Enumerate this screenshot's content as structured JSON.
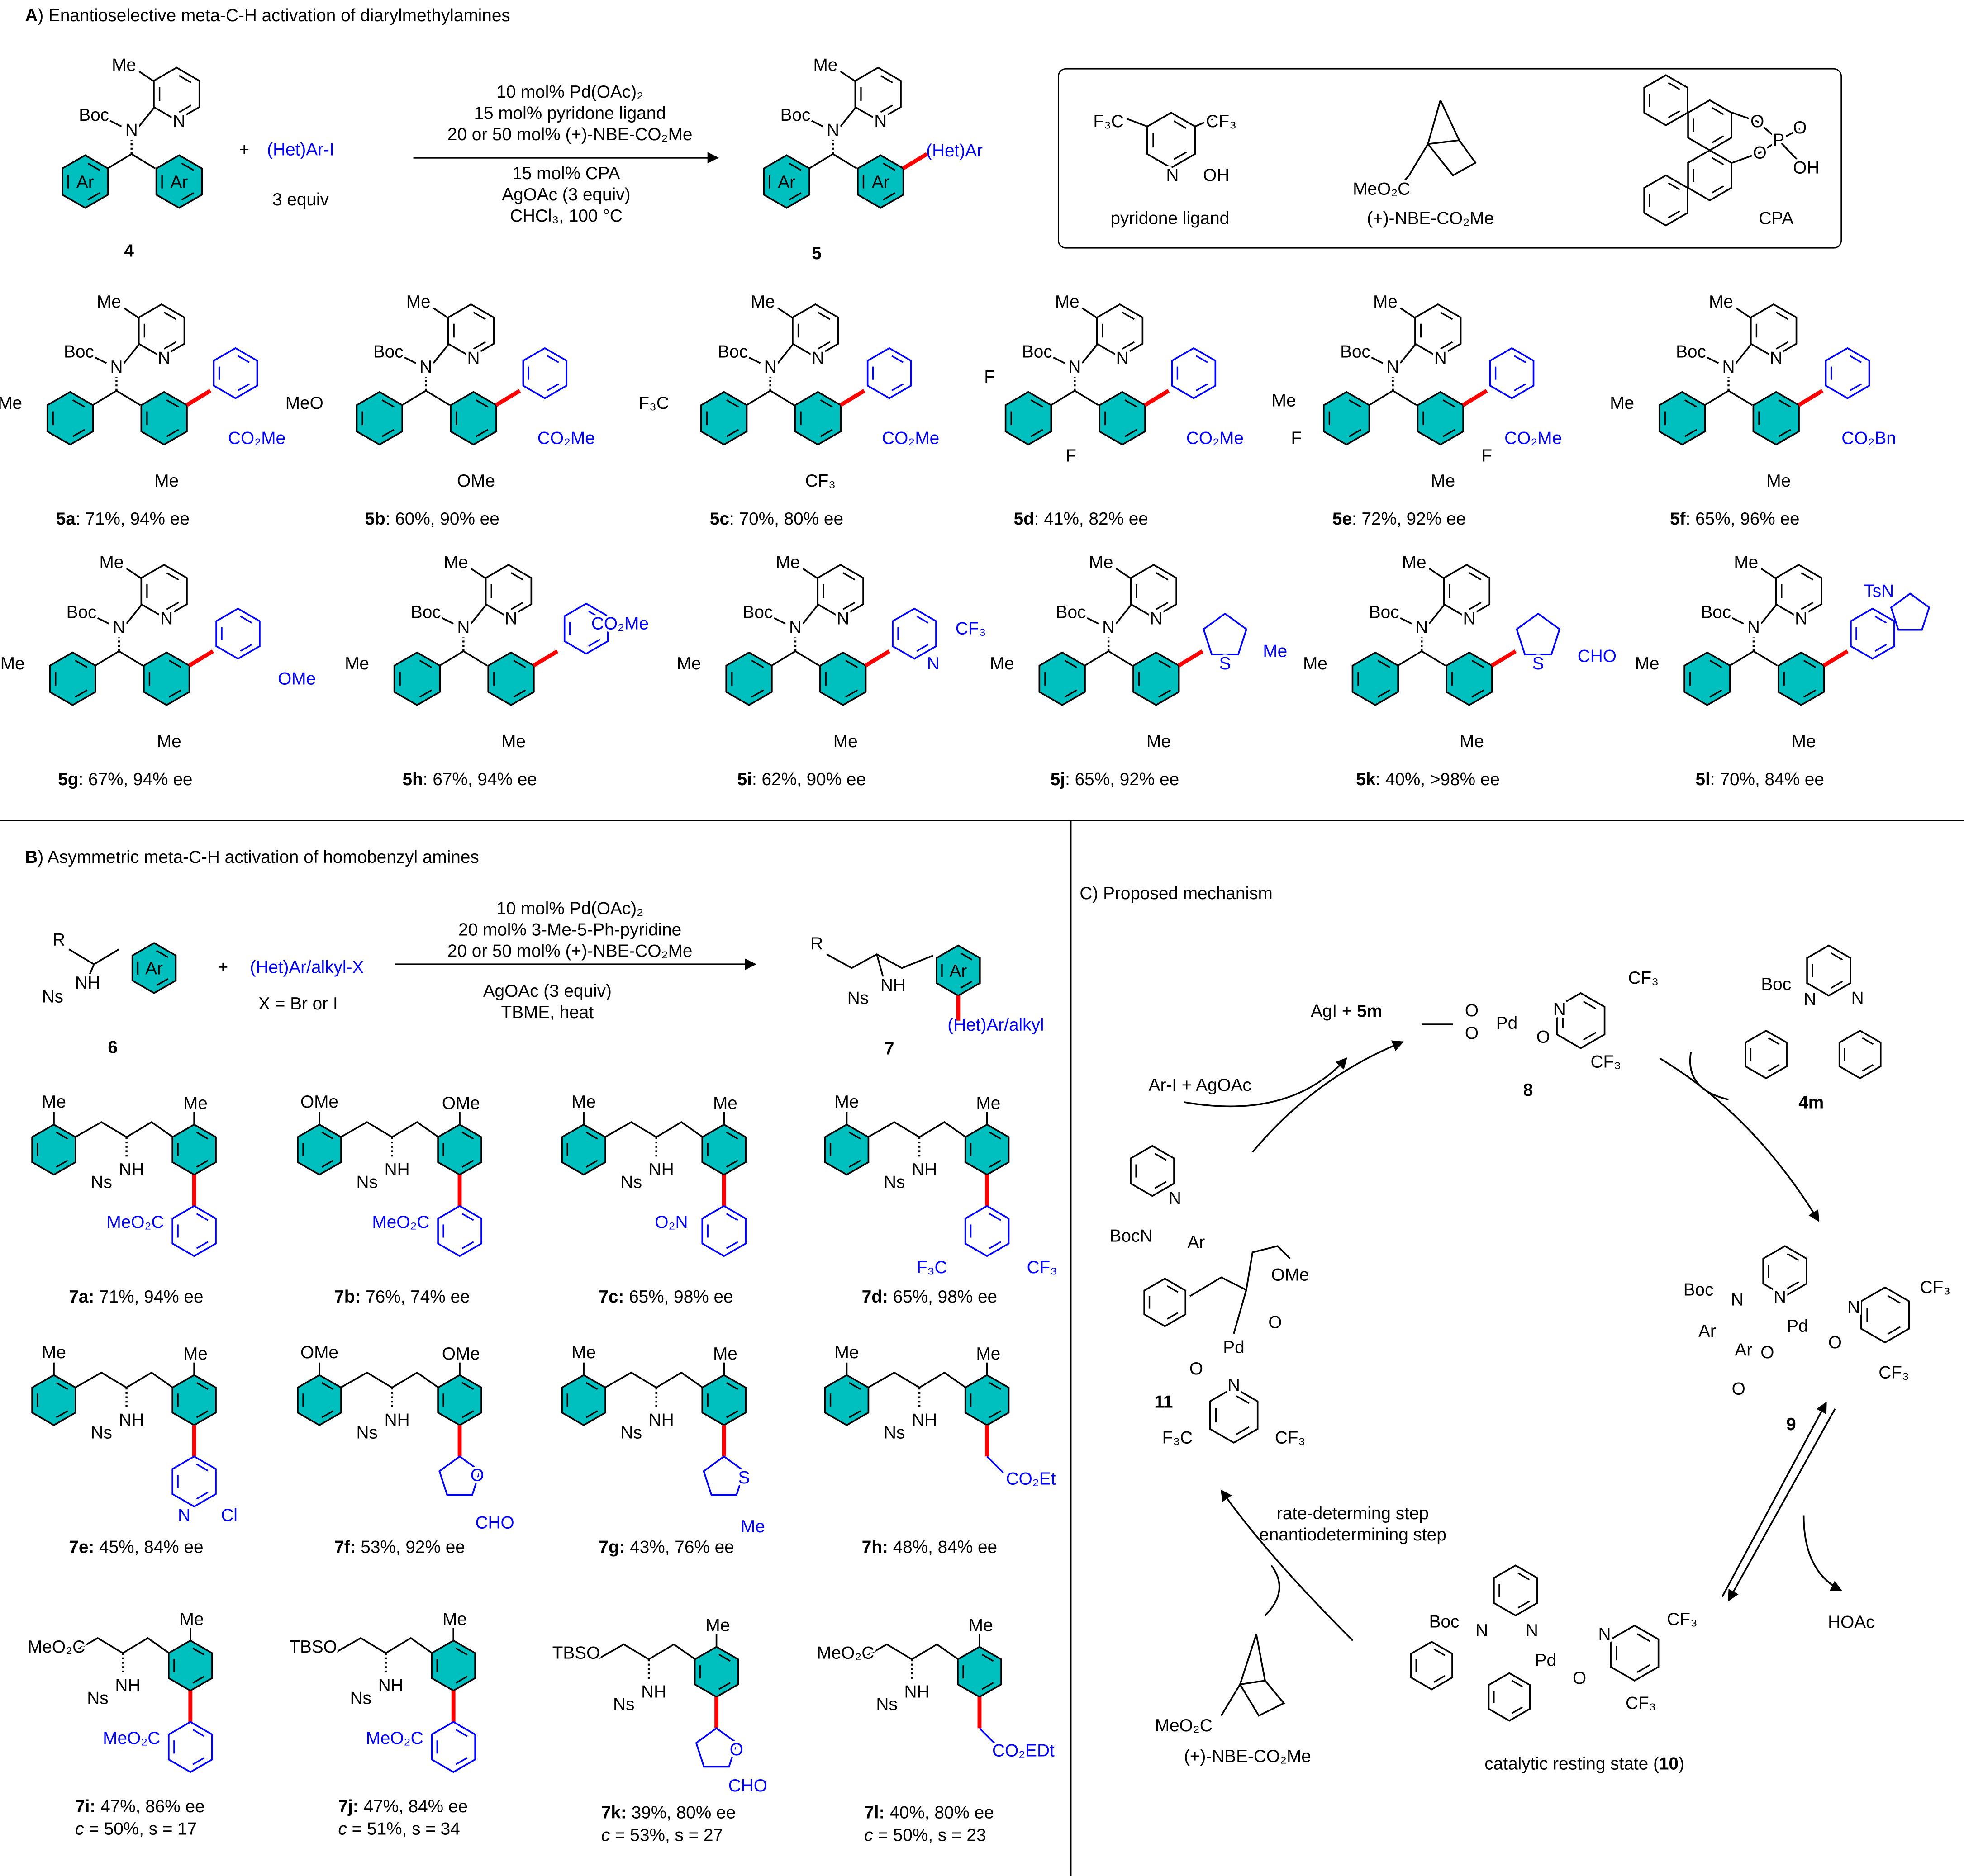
{
  "colors": {
    "aryl_fill": "#00bfbf",
    "new_bond": "#ff0000",
    "new_group": "#0000ff"
  },
  "scaffold": {
    "me": "Me",
    "boc": "Boc",
    "n": "N",
    "ar": "Ar",
    "nh": "NH",
    "ns": "Ns",
    "r": "R"
  },
  "section_a": {
    "title_letter": "A",
    "title": ") Enantioselective meta-C-H activation of diarylmethylamines",
    "reactant_label": "4",
    "product_label": "5",
    "plus": "+",
    "reagent": "(Het)Ar-I",
    "reagent_equiv": "3 equiv",
    "conditions_above": [
      "10 mol% Pd(OAc)₂",
      "15 mol% pyridone ligand",
      "20 or 50 mol% (+)-NBE-CO₂Me"
    ],
    "conditions_below": [
      "15 mol% CPA",
      "AgOAc (3 equiv)",
      "CHCl₃, 100 °C"
    ],
    "product_group": "(Het)Ar",
    "catalysts": {
      "pyridone_label": "pyridone ligand",
      "pyridone_atoms": {
        "f3c": "F₃C",
        "cf3": "CF₃",
        "n": "N",
        "oh": "OH"
      },
      "nbe_label": "(+)-NBE-CO₂Me",
      "nbe_ester": "MeO₂C",
      "cpa_label": "CPA",
      "cpa_atoms": {
        "o": "O",
        "p": "P",
        "oh": "OH"
      }
    },
    "products": [
      {
        "id": "5a",
        "result": ": 71%, 94% ee",
        "subs": [
          "Me",
          "Me",
          "CO₂Me"
        ]
      },
      {
        "id": "5b",
        "result": ": 60%, 90% ee",
        "subs": [
          "MeO",
          "OMe",
          "CO₂Me"
        ]
      },
      {
        "id": "5c",
        "result": ": 70%, 80% ee",
        "subs": [
          "F₃C",
          "CF₃",
          "CO₂Me"
        ]
      },
      {
        "id": "5d",
        "result": ": 41%, 82% ee",
        "subs": [
          "F",
          "F",
          "CO₂Me"
        ]
      },
      {
        "id": "5e",
        "result": ": 72%, 92% ee",
        "subs": [
          "Me",
          "F",
          "Me",
          "F",
          "CO₂Me"
        ]
      },
      {
        "id": "5f",
        "result": ": 65%, 96% ee",
        "subs": [
          "Me",
          "Me",
          "CO₂Bn"
        ]
      },
      {
        "id": "5g",
        "result": ": 67%, 94% ee",
        "subs": [
          "Me",
          "Me",
          "OMe"
        ]
      },
      {
        "id": "5h",
        "result": ": 67%, 94% ee",
        "subs": [
          "Me",
          "Me",
          "CO₂Me"
        ]
      },
      {
        "id": "5i",
        "result": ": 62%, 90% ee",
        "subs": [
          "Me",
          "Me",
          "N",
          "CF₃"
        ]
      },
      {
        "id": "5j",
        "result": ": 65%, 92% ee",
        "subs": [
          "Me",
          "Me",
          "S",
          "Me"
        ]
      },
      {
        "id": "5k",
        "result": ": 40%, >98% ee",
        "subs": [
          "Me",
          "Me",
          "S",
          "CHO"
        ]
      },
      {
        "id": "5l",
        "result": ": 70%, 84% ee",
        "subs": [
          "Me",
          "Me",
          "TsN"
        ]
      }
    ]
  },
  "section_b": {
    "title_letter": "B",
    "title": ") Asymmetric meta-C-H activation of homobenzyl amines",
    "reactant_label": "6",
    "product_label": "7",
    "plus": "+",
    "reagent": "(Het)Ar/alkyl-X",
    "reagent_note": "X = Br or I",
    "conditions_above": [
      "10 mol% Pd(OAc)₂",
      "20 mol% 3-Me-5-Ph-pyridine",
      "20 or 50 mol% (+)-NBE-CO₂Me"
    ],
    "conditions_below": [
      "AgOAc (3 equiv)",
      "TBME, heat"
    ],
    "product_group": "(Het)Ar/alkyl",
    "c_symbol": "c",
    "products": [
      {
        "id": "7a:",
        "result": " 71%, 94% ee",
        "subs": [
          "Me",
          "Me",
          "MeO₂C"
        ]
      },
      {
        "id": "7b:",
        "result": " 76%, 74% ee",
        "subs": [
          "OMe",
          "OMe",
          "MeO₂C"
        ]
      },
      {
        "id": "7c:",
        "result": " 65%, 98% ee",
        "subs": [
          "Me",
          "Me",
          "O₂N"
        ]
      },
      {
        "id": "7d:",
        "result": " 65%, 98% ee",
        "subs": [
          "Me",
          "Me",
          "F₃C",
          "CF₃"
        ]
      },
      {
        "id": "7e:",
        "result": " 45%, 84% ee",
        "subs": [
          "Me",
          "Me",
          "N",
          "Cl"
        ]
      },
      {
        "id": "7f:",
        "result": " 53%, 92% ee",
        "subs": [
          "OMe",
          "OMe",
          "O",
          "CHO"
        ]
      },
      {
        "id": "7g:",
        "result": " 43%, 76% ee",
        "subs": [
          "Me",
          "Me",
          "S",
          "Me"
        ]
      },
      {
        "id": "7h:",
        "result": " 48%, 84% ee",
        "subs": [
          "Me",
          "Me",
          "CO₂Et"
        ]
      },
      {
        "id": "7i:",
        "result": " 47%, 86% ee",
        "extra": " = 50%, s = 17",
        "subs": [
          "MeO₂C",
          "Me",
          "MeO₂C"
        ]
      },
      {
        "id": "7j:",
        "result": " 47%, 84% ee",
        "extra": " = 51%, s = 34",
        "subs": [
          "TBSO",
          "Me",
          "MeO₂C"
        ]
      },
      {
        "id": "7k:",
        "result": " 39%, 80% ee",
        "extra": " = 53%, s = 27",
        "subs": [
          "TBSO",
          "Me",
          "O",
          "CHO"
        ]
      },
      {
        "id": "7l:",
        "result": " 40%, 80% ee",
        "extra": " = 50%, s = 23",
        "subs": [
          "MeO₂C",
          "Me",
          "CO₂EDt"
        ]
      }
    ]
  },
  "section_c": {
    "title": "C) Proposed mechanism",
    "agi": "AgI + ",
    "agi_bold": "5m",
    "ari": "Ar-I + AgOAc",
    "c8": "8",
    "c4m": "4m",
    "c9": "9",
    "c11": "11",
    "hoac": "HOAc",
    "resting": "catalytic resting state (",
    "resting_num": "10",
    "resting_close": ")",
    "rds1": "rate-determing step",
    "rds2": "enantiodetermining step",
    "nbe_ester": "MeO₂C",
    "nbe_label": "(+)-NBE-CO₂Me",
    "atoms": {
      "pd": "Pd",
      "o": "O",
      "n": "N",
      "cf3": "CF₃",
      "f3c": "F₃C",
      "boc": "Boc",
      "bocn": "BocN",
      "ar": "Ar",
      "ome": "OMe"
    }
  }
}
